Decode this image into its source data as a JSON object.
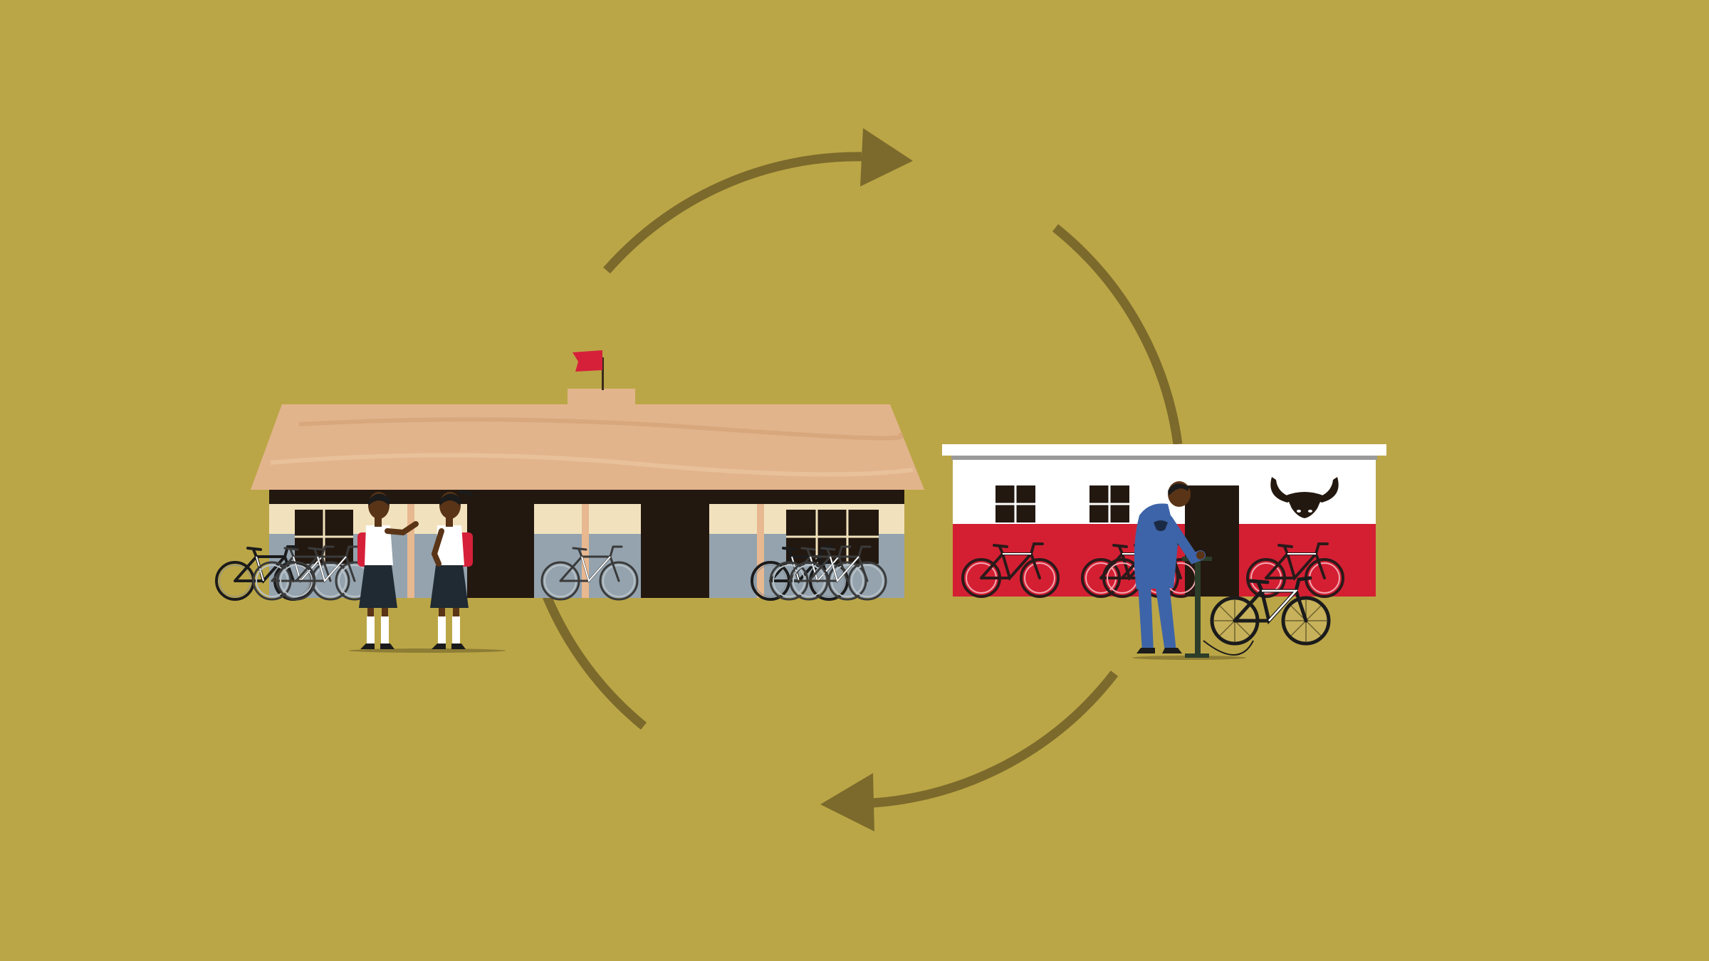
{
  "colors": {
    "background": "#bba647",
    "arrow": "#7c6a2c",
    "school_roof": "#e2b48c",
    "school_wall_cream": "#f1e2bd",
    "school_wall_blue": "#94a3ae",
    "dark": "#231810",
    "shop_red": "#d41f33",
    "shop_white": "#ffffff",
    "flag": "#d6203a",
    "uniform_skirt": "#1f2a33",
    "mechanic_blue": "#3d64a8",
    "skin": "#5a3417"
  },
  "scene": {
    "left_building": "school",
    "right_building": "bicycle-shop",
    "shop_logo": "buffalo-head-icon",
    "cycle": "three-arrow-loop"
  }
}
